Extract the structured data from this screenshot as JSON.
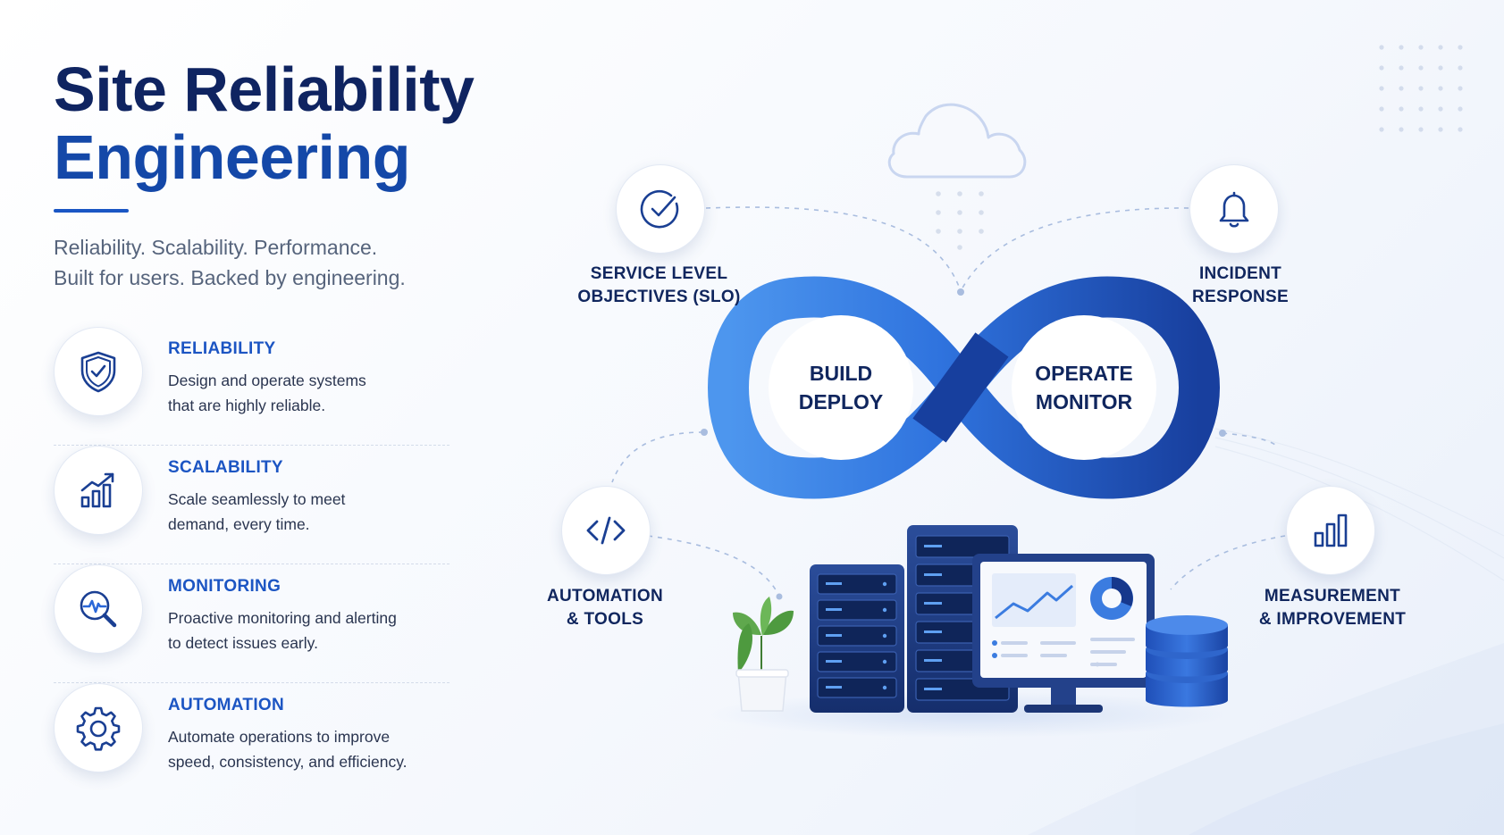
{
  "header": {
    "title_line1": "Site Reliability",
    "title_line2": "Engineering",
    "tagline_line1": "Reliability. Scalability. Performance.",
    "tagline_line2": "Built for users. Backed by engineering."
  },
  "features": [
    {
      "title": "RELIABILITY",
      "desc_line1": "Design and operate systems",
      "desc_line2": "that are highly reliable.",
      "icon": "shield-check-icon"
    },
    {
      "title": "SCALABILITY",
      "desc_line1": "Scale seamlessly to meet",
      "desc_line2": "demand, every time.",
      "icon": "growth-chart-icon"
    },
    {
      "title": "MONITORING",
      "desc_line1": "Proactive monitoring and alerting",
      "desc_line2": "to detect issues early.",
      "icon": "magnifier-pulse-icon"
    },
    {
      "title": "AUTOMATION",
      "desc_line1": "Automate operations to improve",
      "desc_line2": "speed, consistency, and efficiency.",
      "icon": "gear-icon"
    }
  ],
  "diagram": {
    "loop_left_line1": "BUILD",
    "loop_left_line2": "DEPLOY",
    "loop_right_line1": "OPERATE",
    "loop_right_line2": "MONITOR",
    "nodes": [
      {
        "line1": "SERVICE LEVEL",
        "line2": "OBJECTIVES (SLO)",
        "icon": "check-circle-icon"
      },
      {
        "line1": "INCIDENT",
        "line2": "RESPONSE",
        "icon": "bell-icon"
      },
      {
        "line1": "AUTOMATION",
        "line2": "& TOOLS",
        "icon": "code-icon"
      },
      {
        "line1": "MEASUREMENT",
        "line2": "& IMPROVEMENT",
        "icon": "bar-chart-icon"
      }
    ]
  },
  "colors": {
    "navy": "#0f2461",
    "brand_blue": "#1a56c4",
    "light_blue": "#4a90e8",
    "text": "#2a3550"
  }
}
